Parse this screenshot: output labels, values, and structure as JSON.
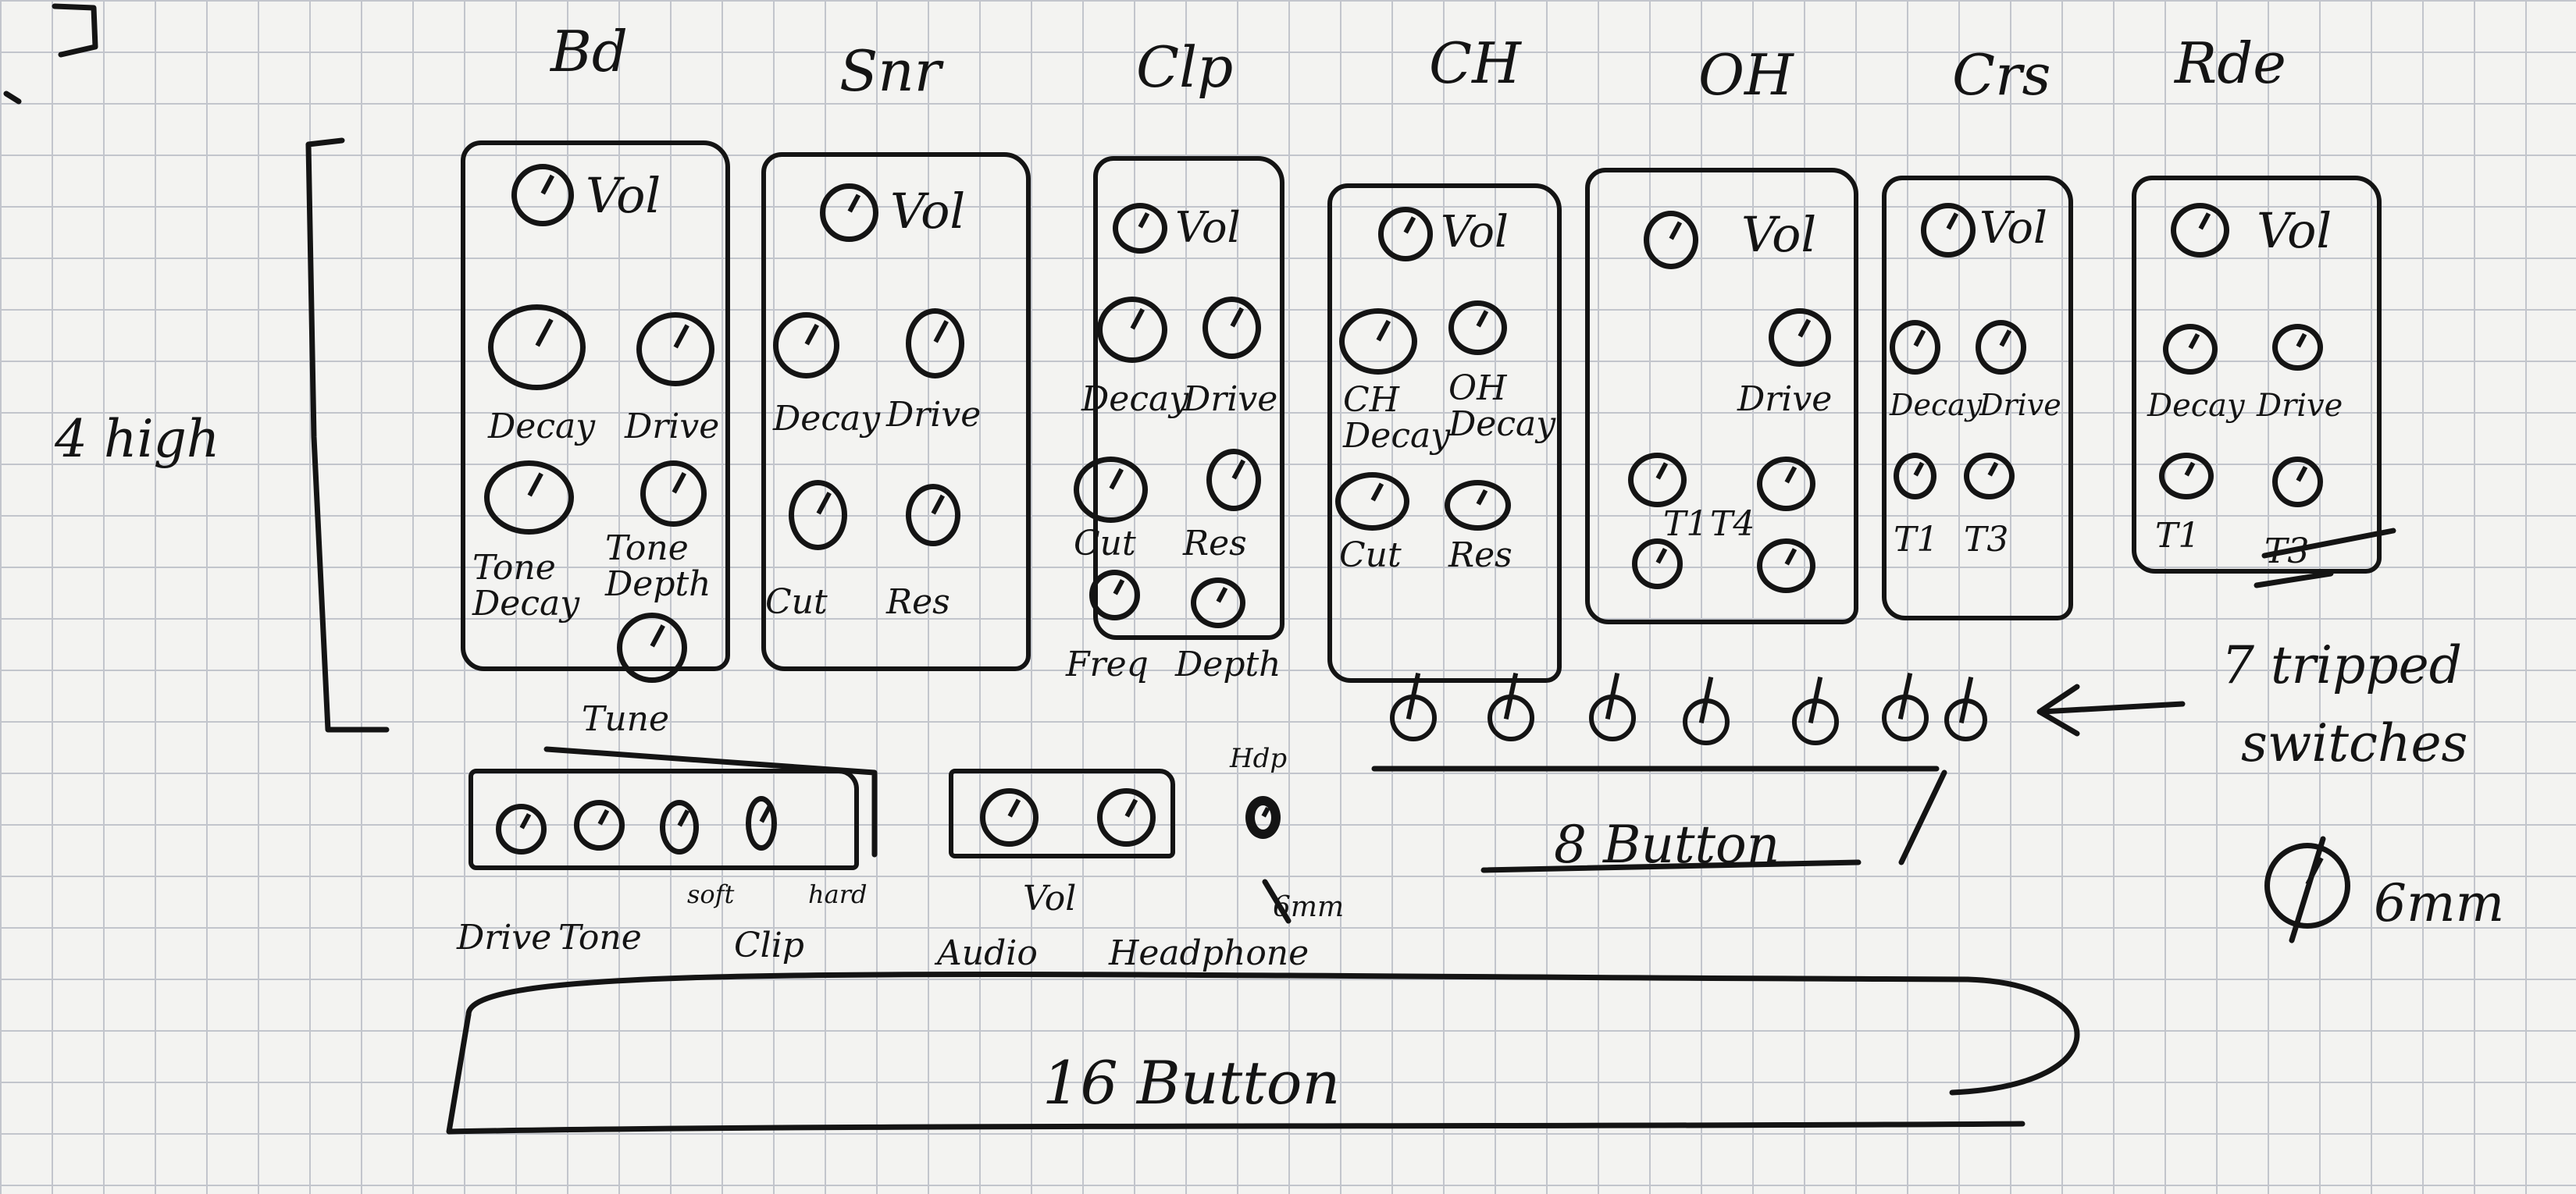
{
  "headers": [
    "Bd",
    "Snr",
    "Clp",
    "CH",
    "OH",
    "Crs",
    "Rde"
  ],
  "vol_label": "Vol",
  "bd": {
    "labels": [
      "Decay",
      "Drive",
      "Tone Decay",
      "Tone Depth",
      "Tune"
    ]
  },
  "snr": {
    "labels": [
      "Decay",
      "Drive",
      "Cut",
      "Res"
    ]
  },
  "clp": {
    "labels": [
      "Decay",
      "Drive",
      "Cut",
      "Res",
      "Freq",
      "Depth"
    ]
  },
  "ch": {
    "labels": [
      "CH Decay",
      "OH Decay",
      "Cut",
      "Res"
    ]
  },
  "oh": {
    "labels": [
      "Drive",
      "T1",
      "T4"
    ]
  },
  "crs": {
    "labels": [
      "Decay",
      "Drive",
      "T1",
      "T3"
    ]
  },
  "rde": {
    "labels": [
      "Decay",
      "Drive",
      "T1",
      "T3"
    ]
  },
  "side": {
    "height_note": "4 high",
    "switches_note_line1": "7 tripped",
    "switches_note_line2": "switches",
    "diameter_note": "6mm"
  },
  "master": {
    "labels": [
      "Drive",
      "Tone",
      "soft",
      "hard",
      "Clip"
    ]
  },
  "audio": {
    "vol": "Vol",
    "labels": [
      "Audio",
      "Headphone"
    ],
    "jack_top": "Hdp",
    "jack_bottom": "6mm"
  },
  "buttons8": "8 Button",
  "buttons16": "16 Button"
}
